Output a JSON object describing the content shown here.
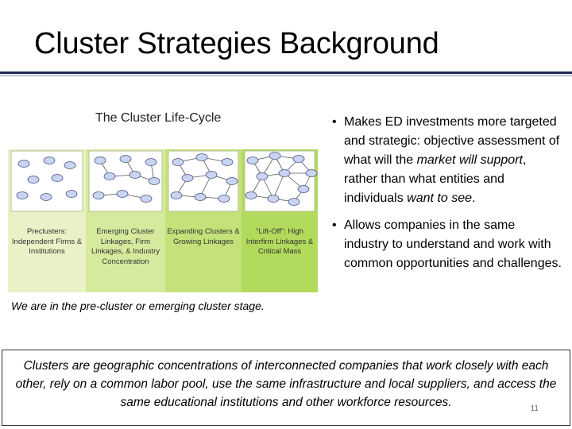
{
  "slide": {
    "title": "Cluster Strategies Background",
    "number": "11"
  },
  "lifecycle": {
    "title": "The Cluster Life-Cycle",
    "stages": [
      {
        "label": "Preclusters: Independent Firms & Institutions",
        "color": "#e8f2c6"
      },
      {
        "label": "Emerging Cluster Linkages, Firm Linkages, & Industry Concentration",
        "color": "#d6ea9e"
      },
      {
        "label": "Expanding Clusters & Growing Linkages",
        "color": "#c4e27a"
      },
      {
        "label": "\"Lift-Off\": High Interfirm Linkages & Critical Mass",
        "color": "#b2da5c"
      }
    ],
    "caption": "We are in the pre-cluster or emerging cluster stage."
  },
  "bullets": [
    {
      "text_before": "Makes ED investments more targeted and strategic: objective assessment of what will the ",
      "italic1": "market will support",
      "text_middle": ", rather than what entities and individuals ",
      "italic2": "want to see",
      "text_after": "."
    },
    {
      "text": "Allows companies in the same industry to understand and work with common opportunities and challenges."
    }
  ],
  "definition": "Clusters are geographic concentrations of interconnected companies that work closely with each other, rely on a common labor pool, use the same infrastructure and local suppliers, and access the same educational institutions and other workforce resources."
}
